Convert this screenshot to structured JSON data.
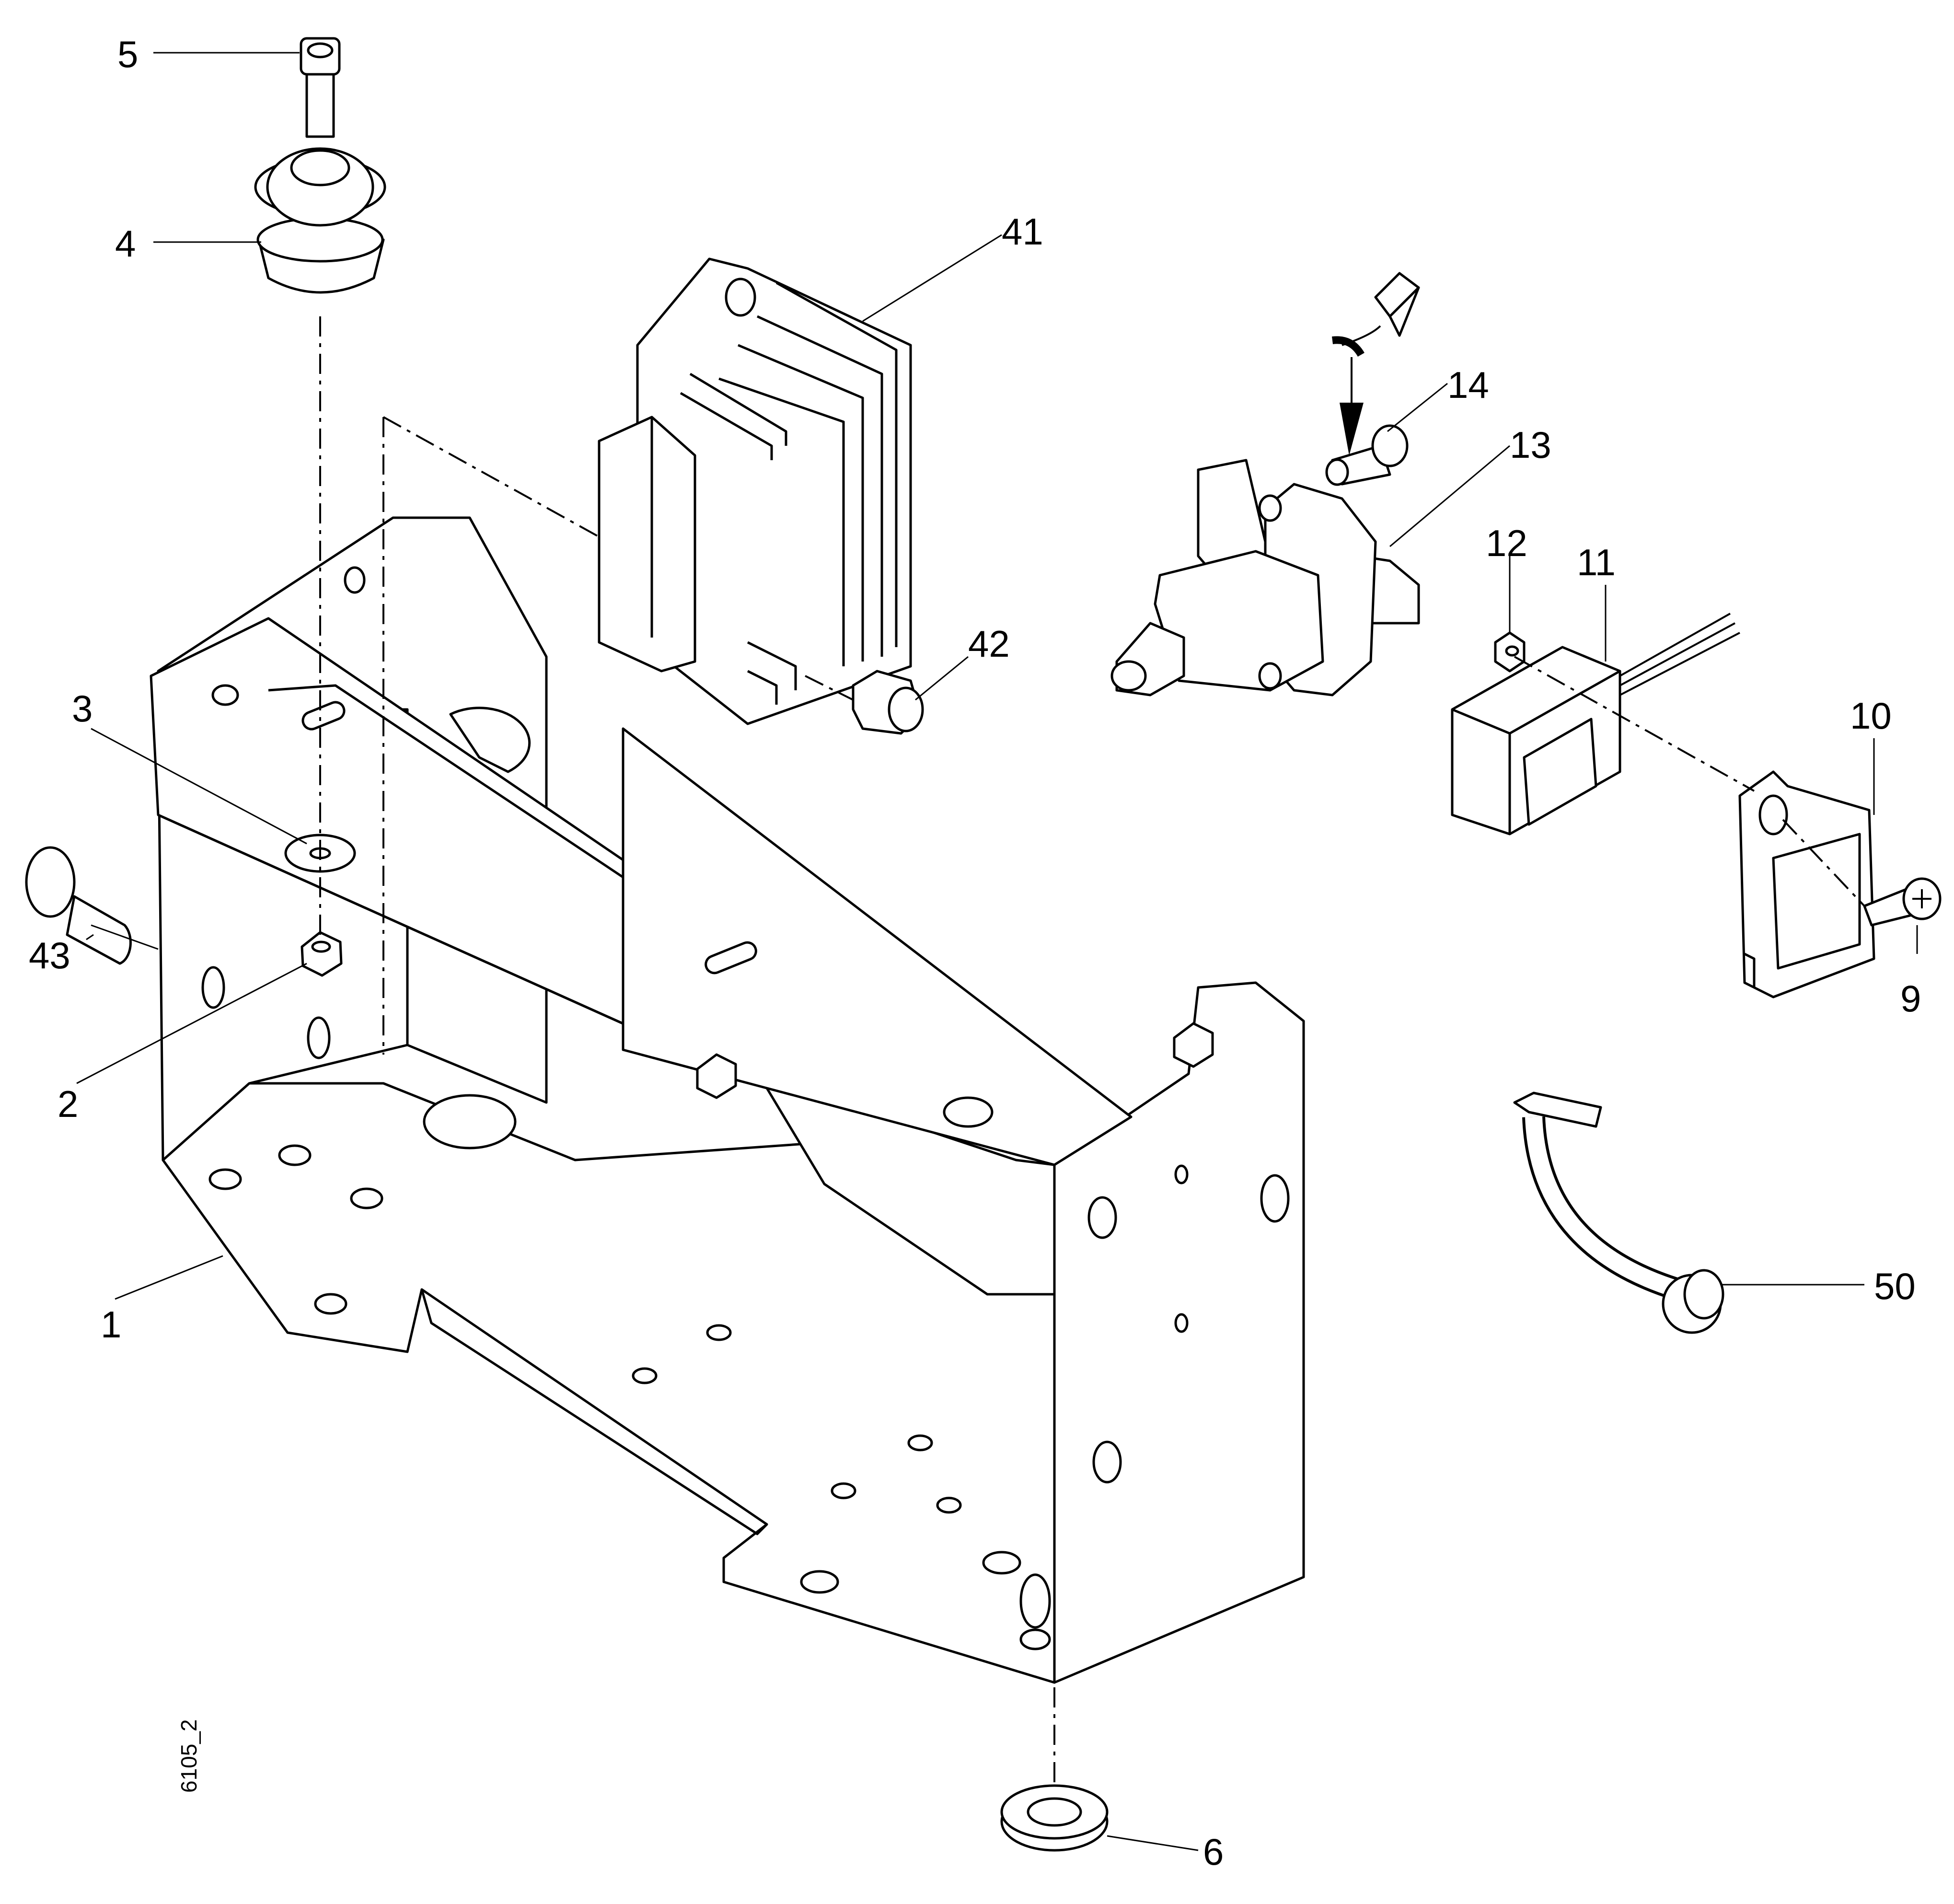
{
  "diagram": {
    "document_id": "6105_2",
    "callouts": [
      {
        "id": "c5",
        "text": "5"
      },
      {
        "id": "c4",
        "text": "4"
      },
      {
        "id": "c41",
        "text": "41"
      },
      {
        "id": "c14",
        "text": "14"
      },
      {
        "id": "c13",
        "text": "13"
      },
      {
        "id": "c12",
        "text": "12"
      },
      {
        "id": "c11",
        "text": "11"
      },
      {
        "id": "c10",
        "text": "10"
      },
      {
        "id": "c9",
        "text": "9"
      },
      {
        "id": "c3",
        "text": "3"
      },
      {
        "id": "c42",
        "text": "42"
      },
      {
        "id": "c43",
        "text": "43"
      },
      {
        "id": "c2",
        "text": "2"
      },
      {
        "id": "c1",
        "text": "1"
      },
      {
        "id": "c50",
        "text": "50"
      },
      {
        "id": "c6",
        "text": "6"
      }
    ]
  }
}
